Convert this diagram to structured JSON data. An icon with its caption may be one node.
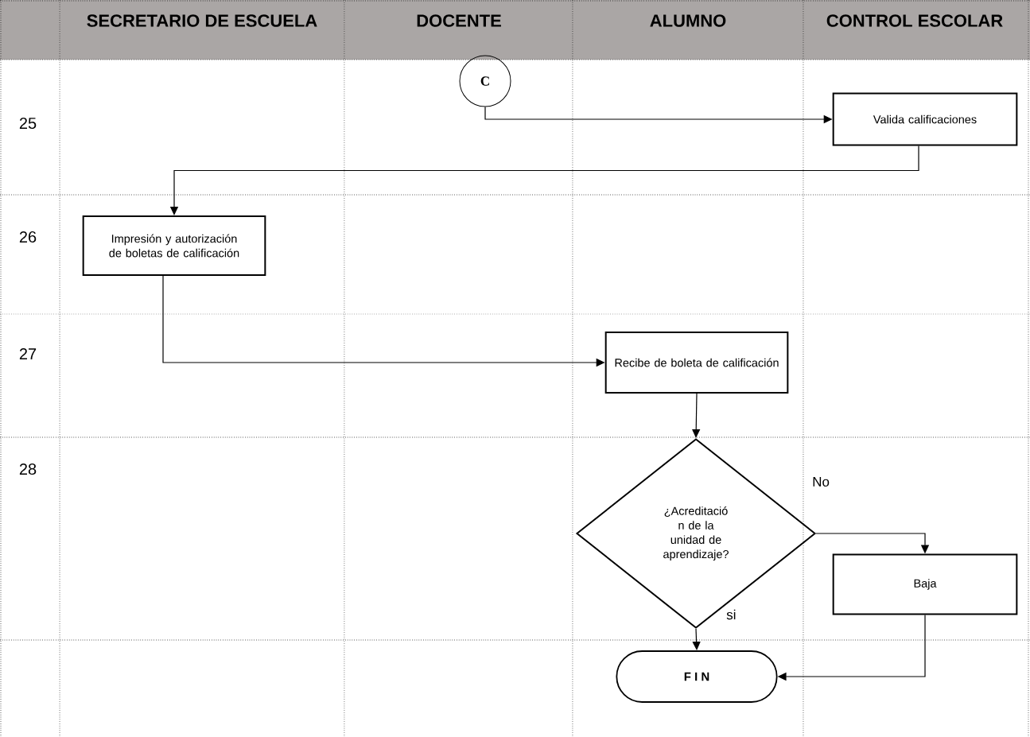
{
  "diagram": {
    "nodes": [
      {
        "text": [
          "C"
        ]
      },
      {
        "text": [
          "Valida calificaciones"
        ]
      },
      {
        "text": [
          "Impresión y autorización de boletas de calificación"
        ]
      },
      {
        "text": [
          "Recibe de boleta de calificación"
        ]
      },
      {
        "text": [
          "¿Acreditació n de la unidad de aprendizaje?"
        ]
      },
      {
        "text": [
          "Baja"
        ]
      },
      {
        "text": [
          "F I N"
        ]
      }
    ],
    "edges": [
      {
        "from": 0,
        "to": 1,
        "arrow": "to"
      },
      {
        "from": 1,
        "to": 2,
        "arrow": "to"
      },
      {
        "from": 2,
        "to": 3,
        "arrow": "to"
      },
      {
        "from": 3,
        "to": 4,
        "arrow": "to"
      },
      {
        "from": 4,
        "to": 5,
        "arrow": "to",
        "label": "No"
      },
      {
        "from": 4,
        "to": 6,
        "arrow": "to",
        "label": "si"
      },
      {
        "from": 5,
        "to": 6,
        "arrow": "to"
      }
    ],
    "labels": [
      "SECRETARIO DE ESCUELA",
      "DOCENTE",
      "ALUMNO",
      "CONTROL ESCOLAR",
      "25",
      "26",
      "27",
      "28"
    ]
  }
}
